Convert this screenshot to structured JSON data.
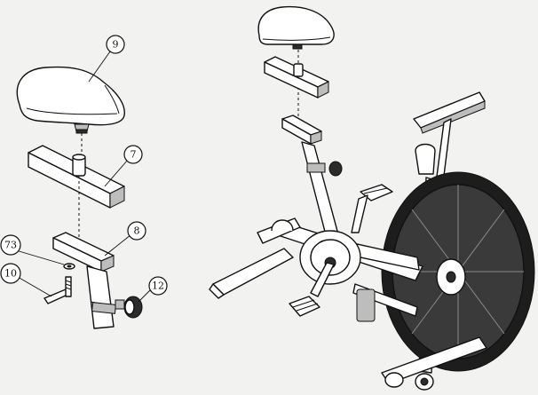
{
  "callouts": {
    "seat": "9",
    "seat_post": "7",
    "slider": "8",
    "washer": "73",
    "bolt": "10",
    "knob": "12"
  }
}
